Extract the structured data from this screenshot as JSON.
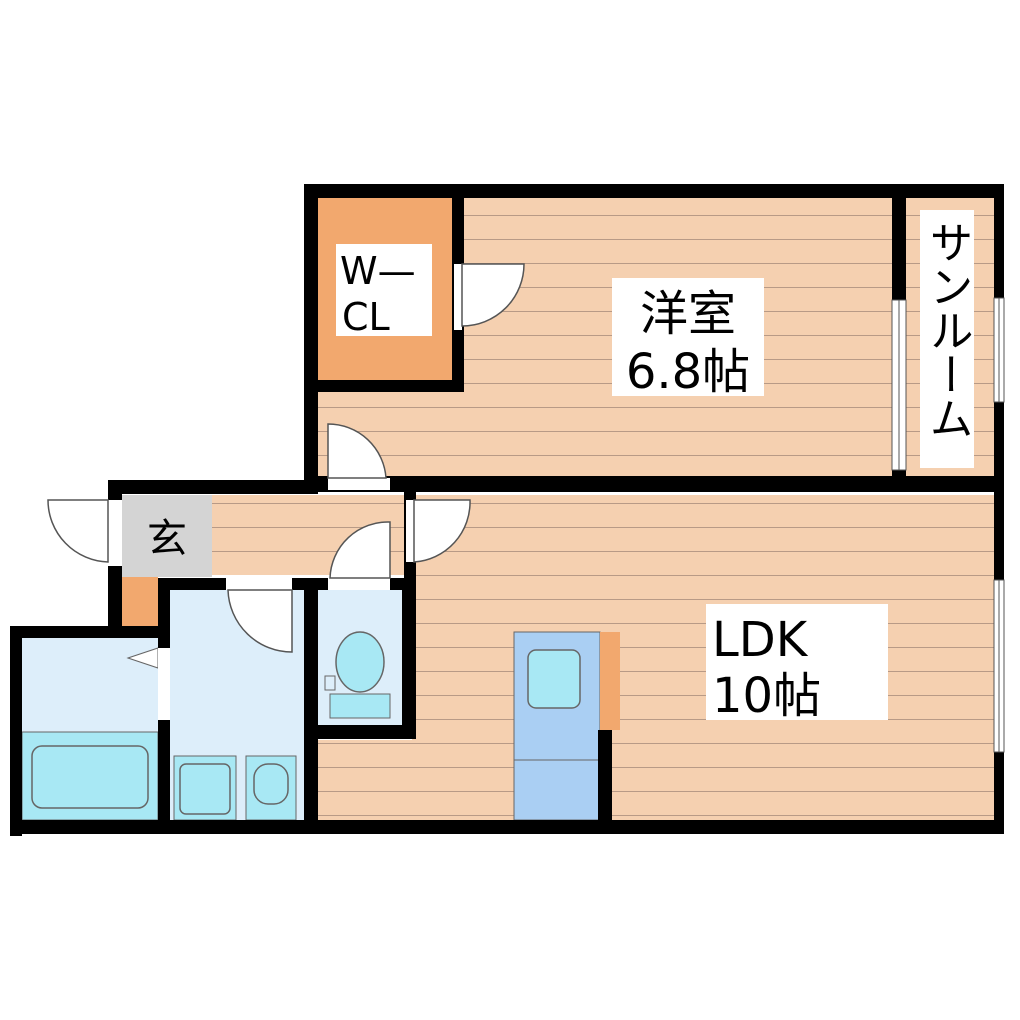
{
  "rooms": {
    "western_room": {
      "name": "洋室",
      "size": "6.8帖"
    },
    "ldk": {
      "name": "LDK",
      "size": "10帖"
    },
    "walk_in_closet": {
      "line1": "W—",
      "line2": "CL"
    },
    "entrance": {
      "name": "玄"
    },
    "sunroom": {
      "name": "サンルーム"
    }
  },
  "colors": {
    "wall": "#000000",
    "wood_floor": "#f5d0b0",
    "floor_stripe": "#b89a86",
    "closet": "#f2a86e",
    "entrance_floor": "#d4d4d4",
    "wet_area": "#ddeefa",
    "fixture_blue": "#a8e8f4",
    "kitchen_counter": "#aacff3",
    "label_bg": "#ffffff"
  }
}
